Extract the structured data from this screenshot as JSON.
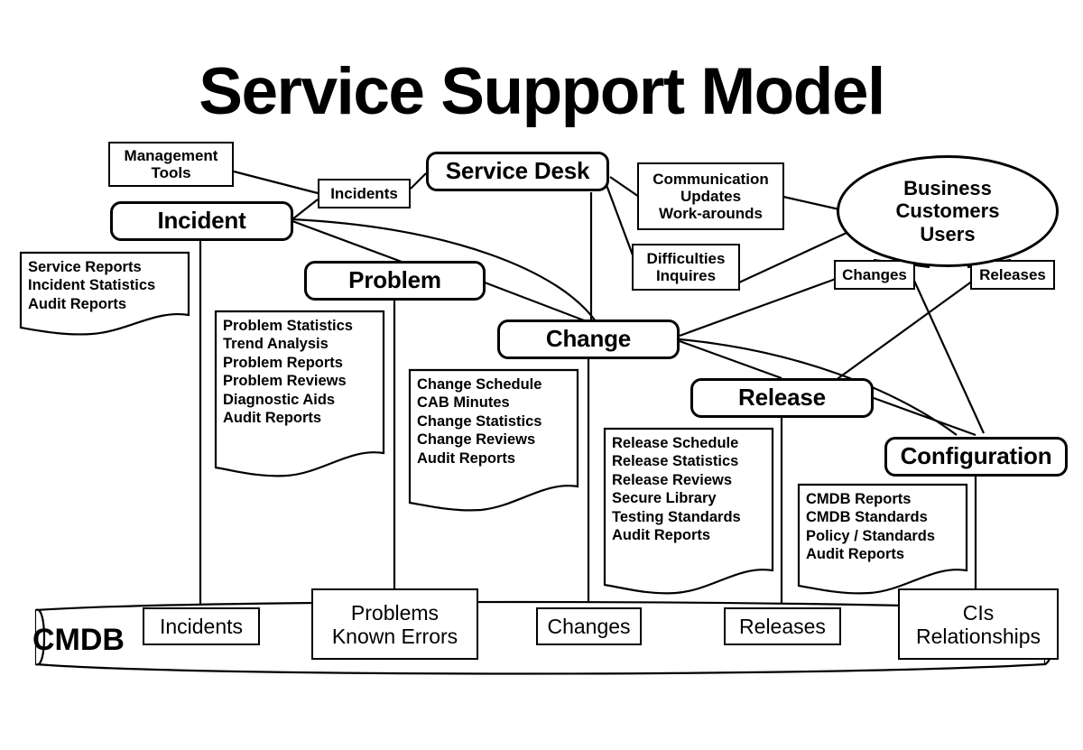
{
  "title": "Service Support Model",
  "processes": [
    {
      "id": "service-desk",
      "label": "Service Desk"
    },
    {
      "id": "incident",
      "label": "Incident"
    },
    {
      "id": "problem",
      "label": "Problem"
    },
    {
      "id": "change",
      "label": "Change"
    },
    {
      "id": "release",
      "label": "Release"
    },
    {
      "id": "configuration",
      "label": "Configuration"
    }
  ],
  "inputs": {
    "management_tools": "Management\nTools",
    "incidents": "Incidents",
    "communication": "Communication\nUpdates\nWork-arounds",
    "difficulties": "Difficulties\nInquires",
    "changes": "Changes",
    "releases": "Releases"
  },
  "actor": {
    "label": "Business\nCustomers\nUsers"
  },
  "outputs": {
    "incident_docs": "Service Reports\nIncident Statistics\nAudit Reports",
    "problem_docs": "Problem Statistics\nTrend Analysis\nProblem Reports\nProblem Reviews\nDiagnostic Aids\nAudit Reports",
    "change_docs": "Change Schedule\nCAB Minutes\nChange Statistics\nChange Reviews\nAudit Reports",
    "release_docs": "Release Schedule\nRelease Statistics\nRelease Reviews\nSecure Library\nTesting Standards\nAudit Reports",
    "configuration_docs": "CMDB Reports\nCMDB Standards\nPolicy / Standards\nAudit Reports"
  },
  "database": {
    "name": "CMDB",
    "records": [
      {
        "id": "incidents",
        "label": "Incidents"
      },
      {
        "id": "problems",
        "label": "Problems\nKnown Errors"
      },
      {
        "id": "changes",
        "label": "Changes"
      },
      {
        "id": "releases",
        "label": "Releases"
      },
      {
        "id": "cis",
        "label": "CIs\nRelationships"
      }
    ]
  },
  "colors": {
    "stroke": "#000000",
    "fill": "#ffffff",
    "text": "#000000"
  }
}
